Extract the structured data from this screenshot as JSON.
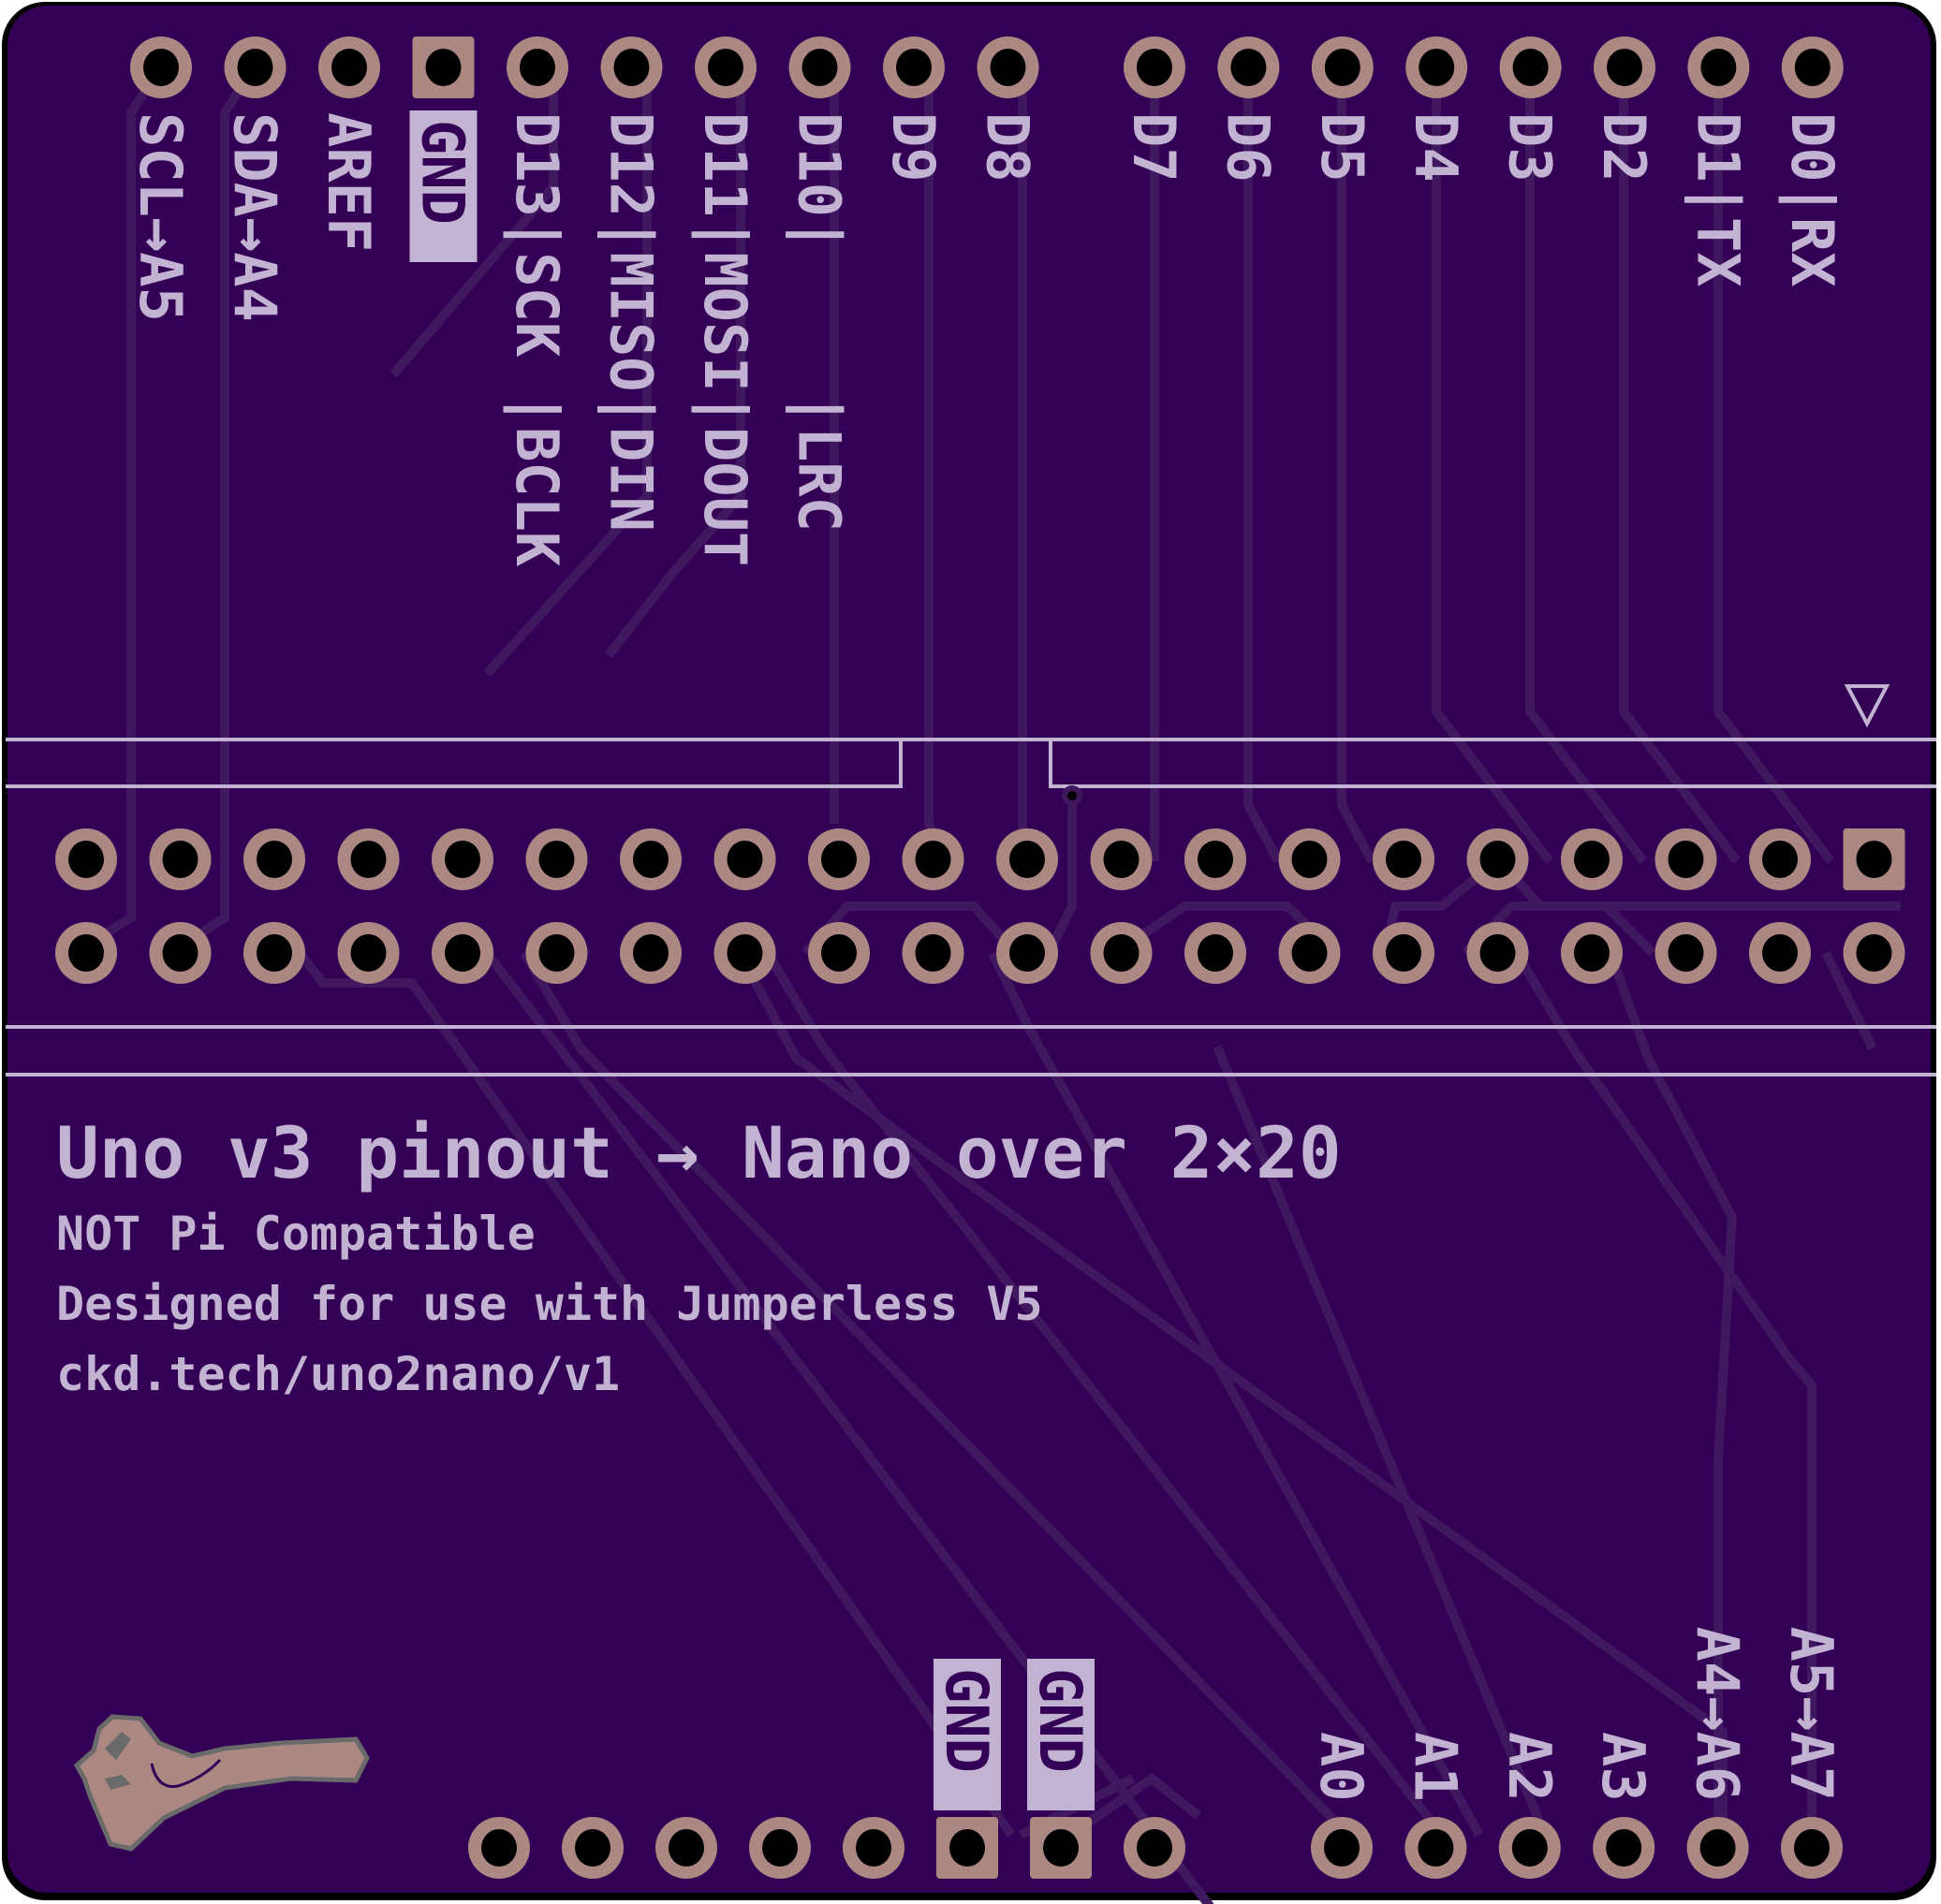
{
  "board": {
    "colors": {
      "substrate": "#330055",
      "outline": "#000000",
      "silkscreen": "#c3b3d3",
      "copper_pad": "#ad8882",
      "drill": "#000000",
      "trace": "#40185f"
    }
  },
  "top_header": {
    "pins": [
      {
        "label": "SCL→A5",
        "square": false
      },
      {
        "label": "SDA→A4",
        "square": false
      },
      {
        "label": "AREF",
        "square": false
      },
      {
        "label": "GND",
        "square": true,
        "boxed": true
      },
      {
        "label": "D13|SCK |BCLK",
        "square": false
      },
      {
        "label": "D12|MISO|DIN",
        "square": false
      },
      {
        "label": "D11|MOSI|DOUT",
        "square": false
      },
      {
        "label": "D10|    |LRC",
        "square": false
      },
      {
        "label": "D9",
        "square": false
      },
      {
        "label": "D8",
        "square": false
      },
      {
        "label": "D7",
        "square": false
      },
      {
        "label": "D6",
        "square": false
      },
      {
        "label": "D5",
        "square": false
      },
      {
        "label": "D4",
        "square": false
      },
      {
        "label": "D3",
        "square": false
      },
      {
        "label": "D2",
        "square": false
      },
      {
        "label": "D1|TX",
        "square": false
      },
      {
        "label": "D0|RX",
        "square": false
      }
    ]
  },
  "connector_2x20": {
    "rows": 2,
    "columns": 20,
    "pin1_marker": "triangle-down"
  },
  "info_text": {
    "title": "Uno v3 pinout → Nano over 2×20",
    "line1": "NOT Pi Compatible",
    "line2": "Designed for use with Jumperless V5",
    "line3": "ckd.tech/uno2nano/v1"
  },
  "bottom_header": {
    "power_pins": [
      {
        "label": "",
        "square": false
      },
      {
        "label": "",
        "square": false
      },
      {
        "label": "",
        "square": false
      },
      {
        "label": "",
        "square": false
      },
      {
        "label": "",
        "square": false
      },
      {
        "label": "GND",
        "square": true,
        "boxed": true
      },
      {
        "label": "GND",
        "square": true,
        "boxed": true
      },
      {
        "label": "",
        "square": false
      }
    ],
    "analog_pins": [
      {
        "label": "A0"
      },
      {
        "label": "A1"
      },
      {
        "label": "A2"
      },
      {
        "label": "A3"
      },
      {
        "label": "A4→A6"
      },
      {
        "label": "A5→A7"
      }
    ]
  },
  "logo": {
    "icon": "bird-logo"
  }
}
